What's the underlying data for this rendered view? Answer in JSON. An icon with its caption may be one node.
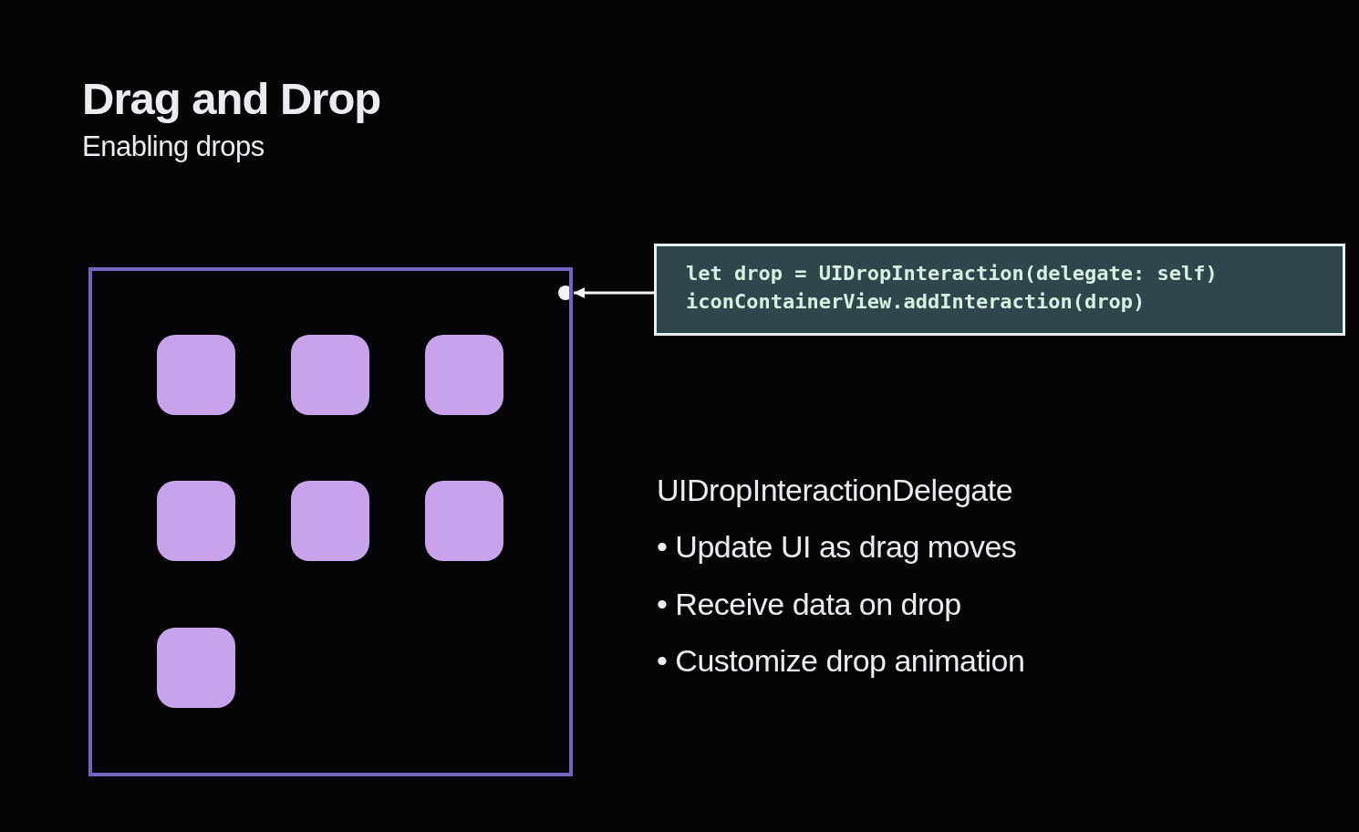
{
  "diagram": {
    "title": "Drag and Drop",
    "nodes": [
      {
        "text": [],
        "shape": "box"
      },
      {
        "text": [],
        "shape": "box",
        "in": 0
      },
      {
        "text": [],
        "shape": "box",
        "in": 0
      },
      {
        "text": [],
        "shape": "box",
        "in": 0
      },
      {
        "text": [],
        "shape": "box",
        "in": 0
      },
      {
        "text": [],
        "shape": "box",
        "in": 0
      },
      {
        "text": [],
        "shape": "box",
        "in": 0
      },
      {
        "text": [],
        "shape": "box",
        "in": 0
      },
      {
        "text": [
          "let drop = UIDropInteraction(delegate: self)",
          "iconContainerView.addInteraction(drop)"
        ]
      }
    ],
    "edges": [
      {
        "from": 8,
        "to": 0,
        "arrow": "to"
      }
    ],
    "labels": [
      "Enabling drops",
      "UIDropInteractionDelegate",
      "• Update UI as drag moves",
      "• Receive data on drop",
      "• Customize drop animation"
    ]
  }
}
